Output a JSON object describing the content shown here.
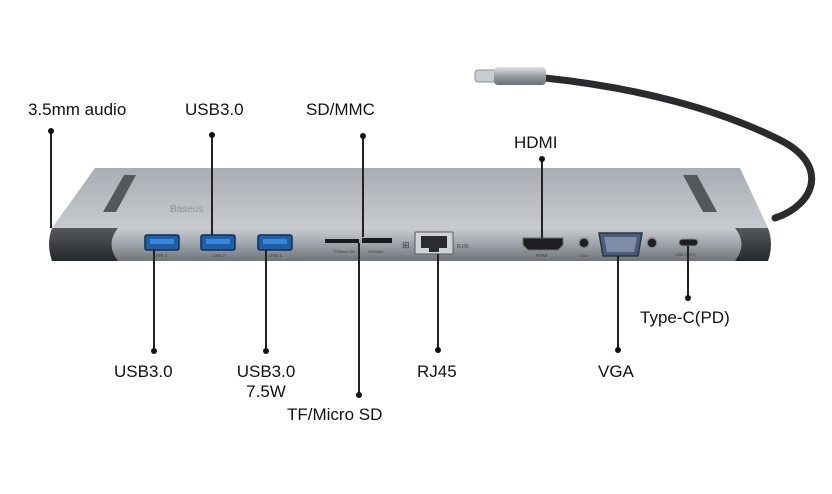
{
  "labels": {
    "audio": "3.5mm audio",
    "usb_top": "USB3.0",
    "sd_mmc": "SD/MMC",
    "hdmi": "HDMI",
    "usb_bottom": "USB3.0",
    "usb_75_line1": "USB3.0",
    "usb_75_line2": "7.5W",
    "tf": "TF/Micro SD",
    "rj45": "RJ45",
    "vga": "VGA",
    "typec": "Type-C(PD)"
  },
  "device": {
    "brand": "Baseus",
    "port_print": {
      "usb1": "USB 3",
      "usb2": "USB 2",
      "usb3": "USB 1",
      "tf": "TF/Micro SD",
      "sd": "SD/MMC",
      "rj45": "RJ45",
      "hdmi": "HDMI",
      "vga": "VGA",
      "typec": "USB C(PD)"
    }
  },
  "colors": {
    "body_top": "#b9bcc1",
    "body_front": "#8f949a",
    "cap": "#3a3d42",
    "cable": "#2b2b2d"
  }
}
